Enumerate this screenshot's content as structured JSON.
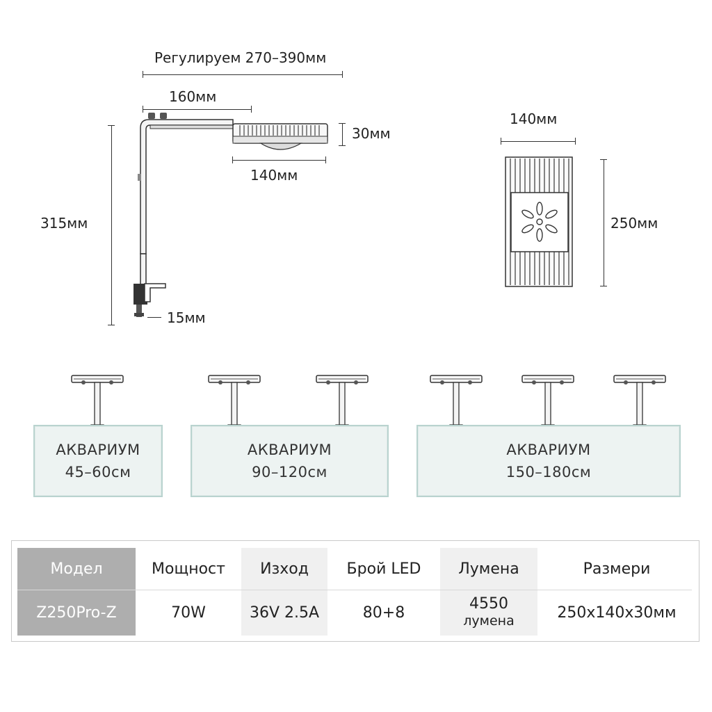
{
  "diagram": {
    "side_view": {
      "adjust_label": "Регулируем 270–390мм",
      "arm_label": "160мм",
      "height_label": "30мм",
      "head_width_label": "140мм",
      "total_height_label": "315мм",
      "clamp_label": "15мм"
    },
    "top_view": {
      "width_label": "140мм",
      "length_label": "250мм"
    },
    "aquariums": [
      {
        "line1": "АКВАРИУМ",
        "line2": "45–60см",
        "lights": 1
      },
      {
        "line1": "АКВАРИУМ",
        "line2": "90–120см",
        "lights": 2
      },
      {
        "line1": "АКВАРИУМ",
        "line2": "150–180см",
        "lights": 3
      }
    ]
  },
  "spec_table": {
    "headers": [
      "Модел",
      "Мощност",
      "Изход",
      "Брой LED",
      "Лумена",
      "Размери"
    ],
    "row": [
      "Z250Pro-Z",
      "70W",
      "36V 2.5A",
      "80+8",
      "4550",
      "250x140x30мм"
    ],
    "lumen_unit": "лумена"
  },
  "colors": {
    "tank_fill": "#edf3f2",
    "tank_border": "#b9d3cf",
    "model_cell": "#aeaeae",
    "shaded_cell": "#f0f0f0"
  }
}
